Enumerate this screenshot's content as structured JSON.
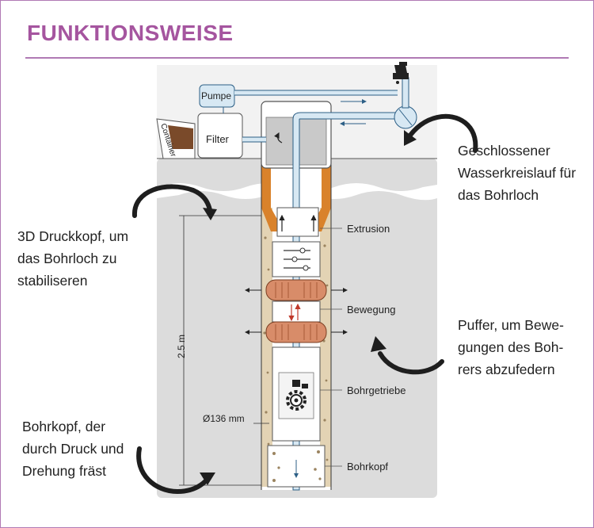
{
  "title": "FUNKTIONSWEISE",
  "colors": {
    "accent": "#a5559f",
    "ground": "#dcdcdc",
    "sky": "#f2f2f2",
    "casing": "#e3d3b4",
    "buffer": "#d88c69",
    "pipe_fill": "#d7e8f3",
    "pipe_stroke": "#2c5f86",
    "extrusion": "#d9822b"
  },
  "components": {
    "pump": "Pumpe",
    "filter": "Filter",
    "container": "Container",
    "extrusion": "Extrusion",
    "movement": "Bewegung",
    "gearbox": "Bohrgetriebe",
    "drill_head": "Bohrkopf"
  },
  "dimensions": {
    "depth": "2.5 m",
    "diameter": "Ø136 mm"
  },
  "annotations": {
    "water_loop": [
      "Geschlossener",
      "Wasserkreislauf für",
      "das Bohrloch"
    ],
    "print_head": [
      "3D Druckkopf, um",
      "das Bohrloch zu",
      "stabiliseren"
    ],
    "buffer": [
      "Puffer, um Bewe-",
      "gungen des Boh-",
      "rers abzufedern"
    ],
    "drill_head": [
      "Bohrkopf, der",
      "durch Druck und",
      "Drehung fräst"
    ]
  },
  "icons": [
    "water-tap-icon",
    "gear-icon",
    "slider-controls-icon",
    "curved-arrow-icon"
  ]
}
